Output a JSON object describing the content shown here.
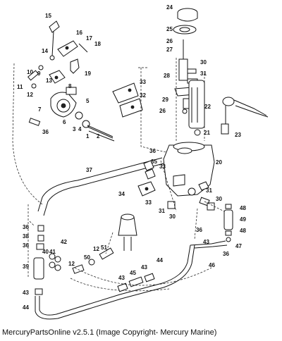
{
  "caption": "MercuryPartsOnline v2.5.1 (Image Copyright- Mercury Marine)",
  "callouts": [
    "1",
    "2",
    "3",
    "4",
    "5",
    "6",
    "7",
    "8",
    "9",
    "10",
    "11",
    "12",
    "13",
    "14",
    "15",
    "16",
    "17",
    "18",
    "19",
    "20",
    "21",
    "22",
    "23",
    "24",
    "25",
    "26",
    "27",
    "28",
    "29",
    "30",
    "31",
    "32",
    "33",
    "34",
    "35",
    "36",
    "37",
    "38",
    "39",
    "40",
    "41",
    "42",
    "43",
    "44",
    "45",
    "46",
    "47",
    "48",
    "49",
    "50",
    "51"
  ]
}
